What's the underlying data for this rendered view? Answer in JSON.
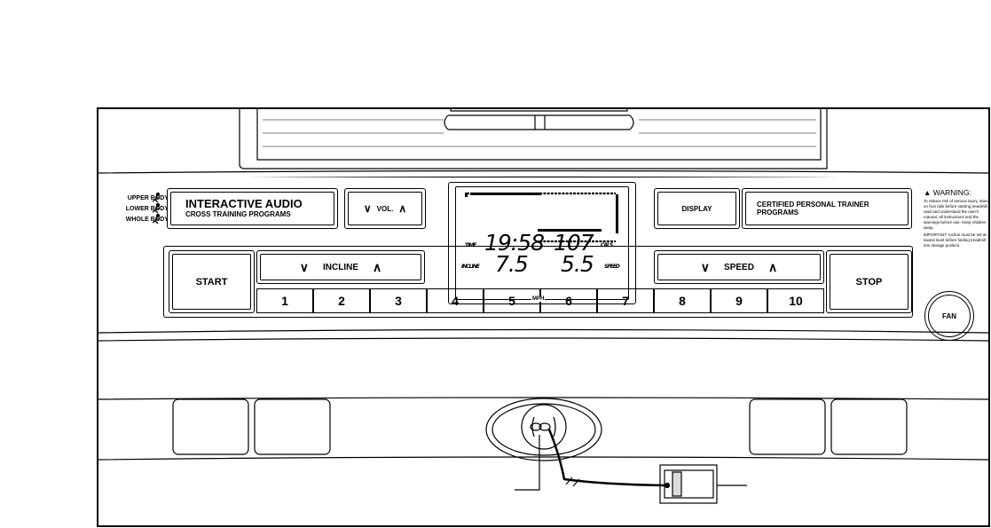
{
  "left_labels": [
    "UPPER BODY",
    "LOWER BODY",
    "WHOLE BODY"
  ],
  "audio": {
    "title": "INTERACTIVE AUDIO",
    "subtitle": "CROSS TRAINING PROGRAMS"
  },
  "volume": {
    "label": "VOL."
  },
  "display_button": {
    "label": "DISPLAY"
  },
  "trainer": {
    "line1": "CERTIFIED PERSONAL TRAINER",
    "line2": "PROGRAMS"
  },
  "warning": {
    "title": "WARNING:",
    "text": "To reduce risk of serious injury, stand on foot rails before starting treadmill, read and understand the user's manual, all instructions and the warnings before use. Keep children away.",
    "important": "IMPORTANT: Incline must be set at lowest level before folding treadmill into storage position."
  },
  "lcd": {
    "time_label": "TIME",
    "time_value": "19:58",
    "cals_value": "107",
    "cals_label": "CALS.",
    "incline_label": "INCLINE",
    "incline_value": "7.5",
    "speed_value": "5.5",
    "speed_label": "SPEED"
  },
  "controls": {
    "start": "START",
    "stop": "STOP",
    "incline": "INCLINE",
    "speed": "SPEED",
    "fan": "FAN",
    "mph": "MPH",
    "numbers": [
      "1",
      "2",
      "3",
      "4",
      "5",
      "6",
      "7",
      "8",
      "9",
      "10"
    ]
  }
}
